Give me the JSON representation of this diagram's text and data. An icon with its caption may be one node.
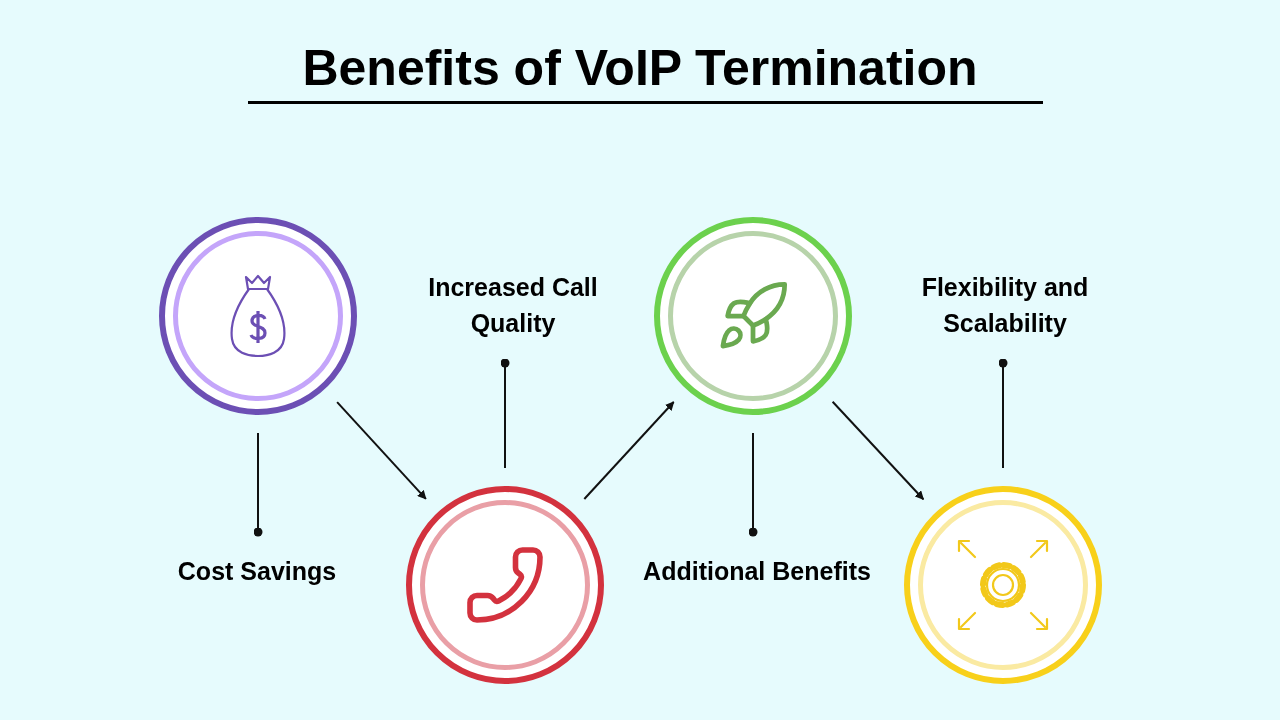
{
  "diagram": {
    "title": "Benefits of VoIP Termination",
    "nodes": [
      {
        "text": [],
        "shape": "circle"
      },
      {
        "text": [],
        "shape": "circle"
      },
      {
        "text": [],
        "shape": "circle"
      },
      {
        "text": [],
        "shape": "circle"
      },
      {
        "text": [
          "Cost Savings"
        ]
      },
      {
        "text": [
          "Increased Call Quality"
        ]
      },
      {
        "text": [
          "Additional Benefits"
        ]
      },
      {
        "text": [
          "Flexibility and Scalability"
        ]
      }
    ],
    "edges": [
      {
        "from": 0,
        "to": 1,
        "arrow": "to"
      },
      {
        "from": 1,
        "to": 2,
        "arrow": "to"
      },
      {
        "from": 2,
        "to": 3,
        "arrow": "to"
      },
      {
        "from": 0,
        "to": 4,
        "arrow": "other"
      },
      {
        "from": 1,
        "to": 5,
        "arrow": "other"
      },
      {
        "from": 2,
        "to": 6,
        "arrow": "other"
      },
      {
        "from": 3,
        "to": 7,
        "arrow": "other"
      }
    ]
  }
}
